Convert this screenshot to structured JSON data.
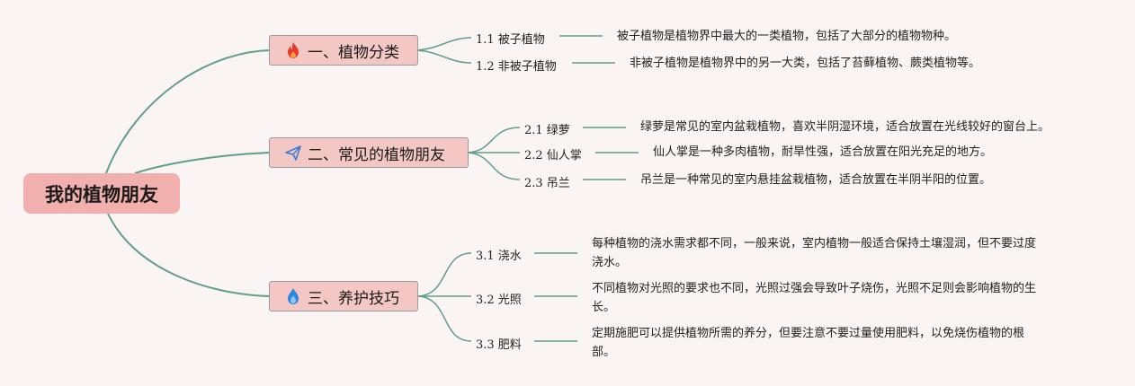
{
  "root": {
    "title": "我的植物朋友"
  },
  "colors": {
    "background": "#fbf4f5",
    "root": "#f1b0ae",
    "branch": "#f3c7c3",
    "line": "#5f9e88"
  },
  "branches": [
    {
      "label": "一、植物分类",
      "icon": "fire-icon",
      "children": [
        {
          "label": "1.1 被子植物",
          "desc": "被子植物是植物界中最大的一类植物，包括了大部分的植物物种。"
        },
        {
          "label": "1.2 非被子植物",
          "desc": "非被子植物是植物界中的另一大类，包括了苔藓植物、蕨类植物等。"
        }
      ]
    },
    {
      "label": "二、常见的植物朋友",
      "icon": "paper-plane-icon",
      "children": [
        {
          "label": "2.1 绿萝",
          "desc": "绿萝是常见的室内盆栽植物，喜欢半阴湿环境，适合放置在光线较好的窗台上。"
        },
        {
          "label": "2.2 仙人掌",
          "desc": "仙人掌是一种多肉植物，耐旱性强，适合放置在阳光充足的地方。"
        },
        {
          "label": "2.3 吊兰",
          "desc": "吊兰是一种常见的室内悬挂盆栽植物，适合放置在半阴半阳的位置。"
        }
      ]
    },
    {
      "label": "三、养护技巧",
      "icon": "water-drop-icon",
      "children": [
        {
          "label": "3.1 浇水",
          "desc": "每种植物的浇水需求都不同，一般来说，室内植物一般适合保持土壤湿润，但不要过度浇水。"
        },
        {
          "label": "3.2 光照",
          "desc": "不同植物对光照的要求也不同，光照过强会导致叶子烧伤，光照不足则会影响植物的生长。"
        },
        {
          "label": "3.3 肥料",
          "desc": "定期施肥可以提供植物所需的养分，但要注意不要过量使用肥料，以免烧伤植物的根部。"
        }
      ]
    }
  ]
}
